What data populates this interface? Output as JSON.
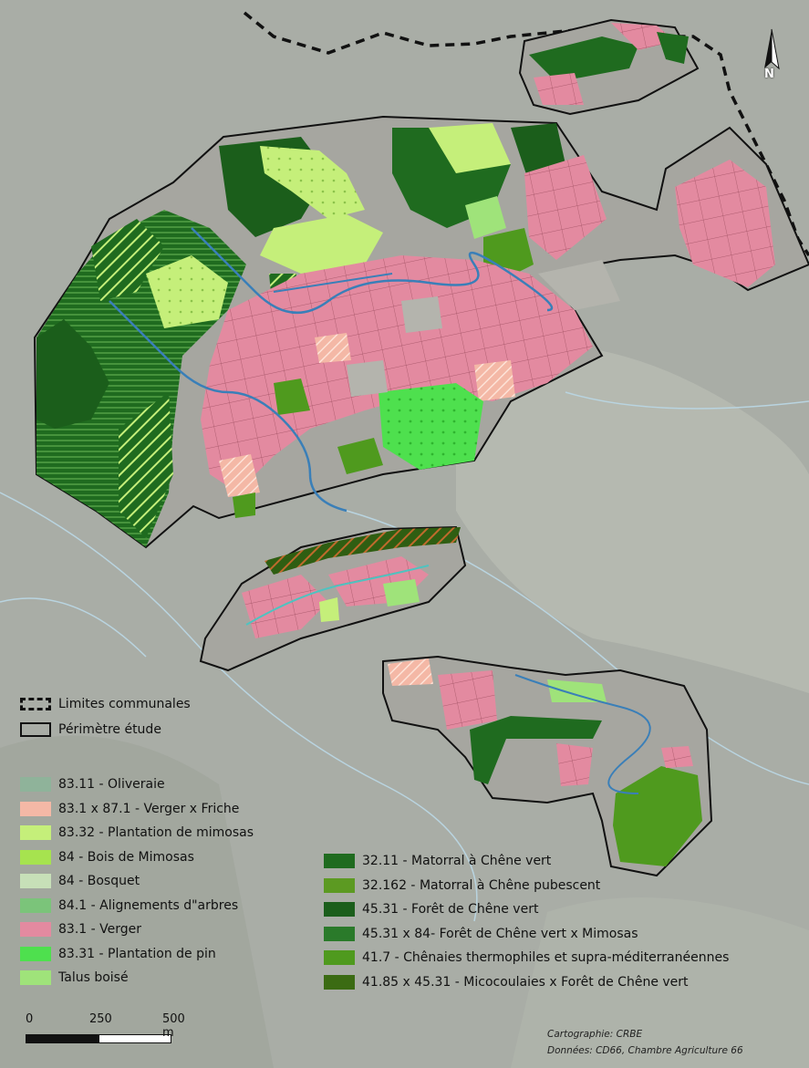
{
  "north_label": "N",
  "boundary_legend": [
    {
      "label": "Limites communales",
      "style": "dashed"
    },
    {
      "label": "Périmètre étude",
      "style": "outline"
    }
  ],
  "habitat_legend_left": [
    {
      "label": "83.11 - Oliveraie",
      "color": "#8fb39a"
    },
    {
      "label": "83.1 x 87.1 - Verger x Friche",
      "color": "#f4b8a6"
    },
    {
      "label": "83.32 - Plantation de mimosas",
      "color": "#c5ef7a"
    },
    {
      "label": "84 -  Bois de Mimosas",
      "color": "#a6e34f"
    },
    {
      "label": "84 -  Bosquet",
      "color": "#c7e0b8"
    },
    {
      "label": "84.1 - Alignements d\"arbres",
      "color": "#7bc47a"
    },
    {
      "label": "83.1 - Verger",
      "color": "#e38aa0"
    },
    {
      "label": "83.31 - Plantation de pin",
      "color": "#4ee04e"
    },
    {
      "label": "Talus boisé",
      "color": "#9fe37a"
    }
  ],
  "habitat_legend_right": [
    {
      "label": "32.11 - Matorral à Chêne vert",
      "color": "#1f6b1f"
    },
    {
      "label": "32.162 - Matorral à Chêne pubescent",
      "color": "#5c9a22"
    },
    {
      "label": "45.31 - Forêt de Chêne vert",
      "color": "#1b5e1b"
    },
    {
      "label": "45.31 x 84-  Forêt de Chêne vert x Mimosas",
      "color": "#2a7a2a"
    },
    {
      "label": "41.7 - Chênaies thermophiles et supra-méditerranéennes",
      "color": "#4f9a1e"
    },
    {
      "label": "41.85 x 45.31  - Micocoulaies x  Forêt de Chêne vert",
      "color": "#3b6b13"
    }
  ],
  "scale_bar": {
    "labels": [
      "0",
      "250",
      "500 m"
    ]
  },
  "credits": {
    "cartography": "Cartographie: CRBE",
    "data": "Données: CD66, Chambre Agriculture 66"
  }
}
